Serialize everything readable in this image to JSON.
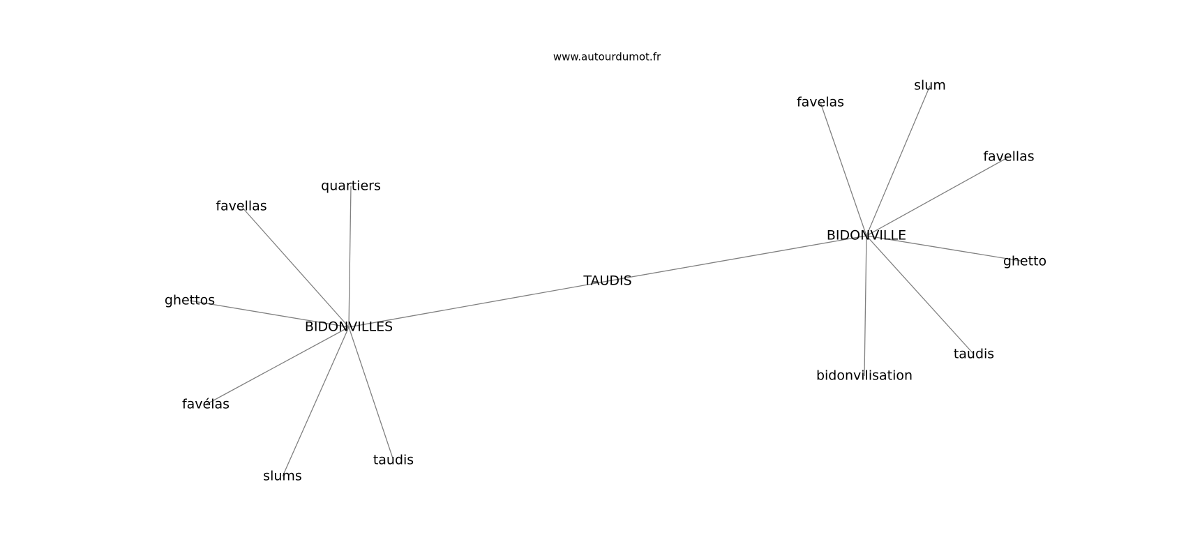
{
  "source": "www.autourdumot.fr",
  "graph": {
    "nodes": [
      {
        "id": "taudis-center",
        "label": "TAUDIS"
      },
      {
        "id": "bidonvilles",
        "label": "BIDONVILLES"
      },
      {
        "id": "bidonville",
        "label": "BIDONVILLE"
      },
      {
        "id": "quartiers",
        "label": "quartiers"
      },
      {
        "id": "favellas-left",
        "label": "favellas"
      },
      {
        "id": "ghettos",
        "label": "ghettos"
      },
      {
        "id": "favelas-accent",
        "label": "favélas"
      },
      {
        "id": "slums",
        "label": "slums"
      },
      {
        "id": "taudis-left",
        "label": "taudis"
      },
      {
        "id": "favelas",
        "label": "favelas"
      },
      {
        "id": "slum",
        "label": "slum"
      },
      {
        "id": "favellas-right",
        "label": "favellas"
      },
      {
        "id": "ghetto",
        "label": "ghetto"
      },
      {
        "id": "taudis-right",
        "label": "taudis"
      },
      {
        "id": "bidonvilisation",
        "label": "bidonvilisation"
      }
    ],
    "edges": [
      [
        "taudis-center",
        "bidonvilles"
      ],
      [
        "taudis-center",
        "bidonville"
      ],
      [
        "bidonvilles",
        "quartiers"
      ],
      [
        "bidonvilles",
        "favellas-left"
      ],
      [
        "bidonvilles",
        "ghettos"
      ],
      [
        "bidonvilles",
        "favelas-accent"
      ],
      [
        "bidonvilles",
        "slums"
      ],
      [
        "bidonvilles",
        "taudis-left"
      ],
      [
        "bidonville",
        "favelas"
      ],
      [
        "bidonville",
        "slum"
      ],
      [
        "bidonville",
        "favellas-right"
      ],
      [
        "bidonville",
        "ghetto"
      ],
      [
        "bidonville",
        "taudis-right"
      ],
      [
        "bidonville",
        "bidonvilisation"
      ]
    ]
  }
}
